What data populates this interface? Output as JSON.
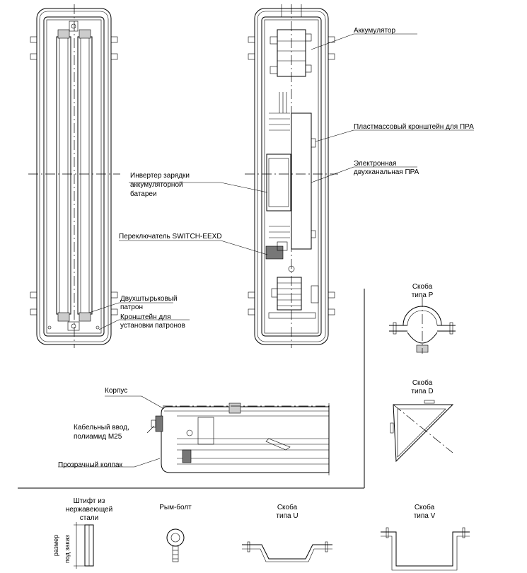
{
  "labels": {
    "akkumulyator": "Аккумулятор",
    "plast_kronshtein": "Пластмассовый кронштейн для ПРА",
    "elektronnaya_1": "Электронная",
    "elektronnaya_2": "двухканальная ПРА",
    "invertor_1": "Инвертер зарядки",
    "invertor_2": "аккумуляторной",
    "invertor_3": "батареи",
    "pereklyuchatel": "Переключатель SWITCH-EEXD",
    "patron_1": "Двухштырьковый",
    "patron_2": "патрон",
    "kronshtein_1": "Кронштейн для",
    "kronshtein_2": "установки патронов",
    "korpus": "Корпус",
    "kabel_1": "Кабельный ввод,",
    "kabel_2": "полиамид М25",
    "kolpak": "Прозрачный колпак",
    "skoba_p_1": "Скоба",
    "skoba_p_2": "типа Р",
    "skoba_d_1": "Скоба",
    "skoba_d_2": "типа D",
    "shtift_1": "Штифт из",
    "shtift_2": "нержавеющей",
    "shtift_3": "стали",
    "rym_bolt": "Рым-болт",
    "skoba_u_1": "Скоба",
    "skoba_u_2": "типа U",
    "skoba_v_1": "Скоба",
    "skoba_v_2": "типа V",
    "razmer_1": "размер",
    "razmer_2": "под заказ"
  }
}
